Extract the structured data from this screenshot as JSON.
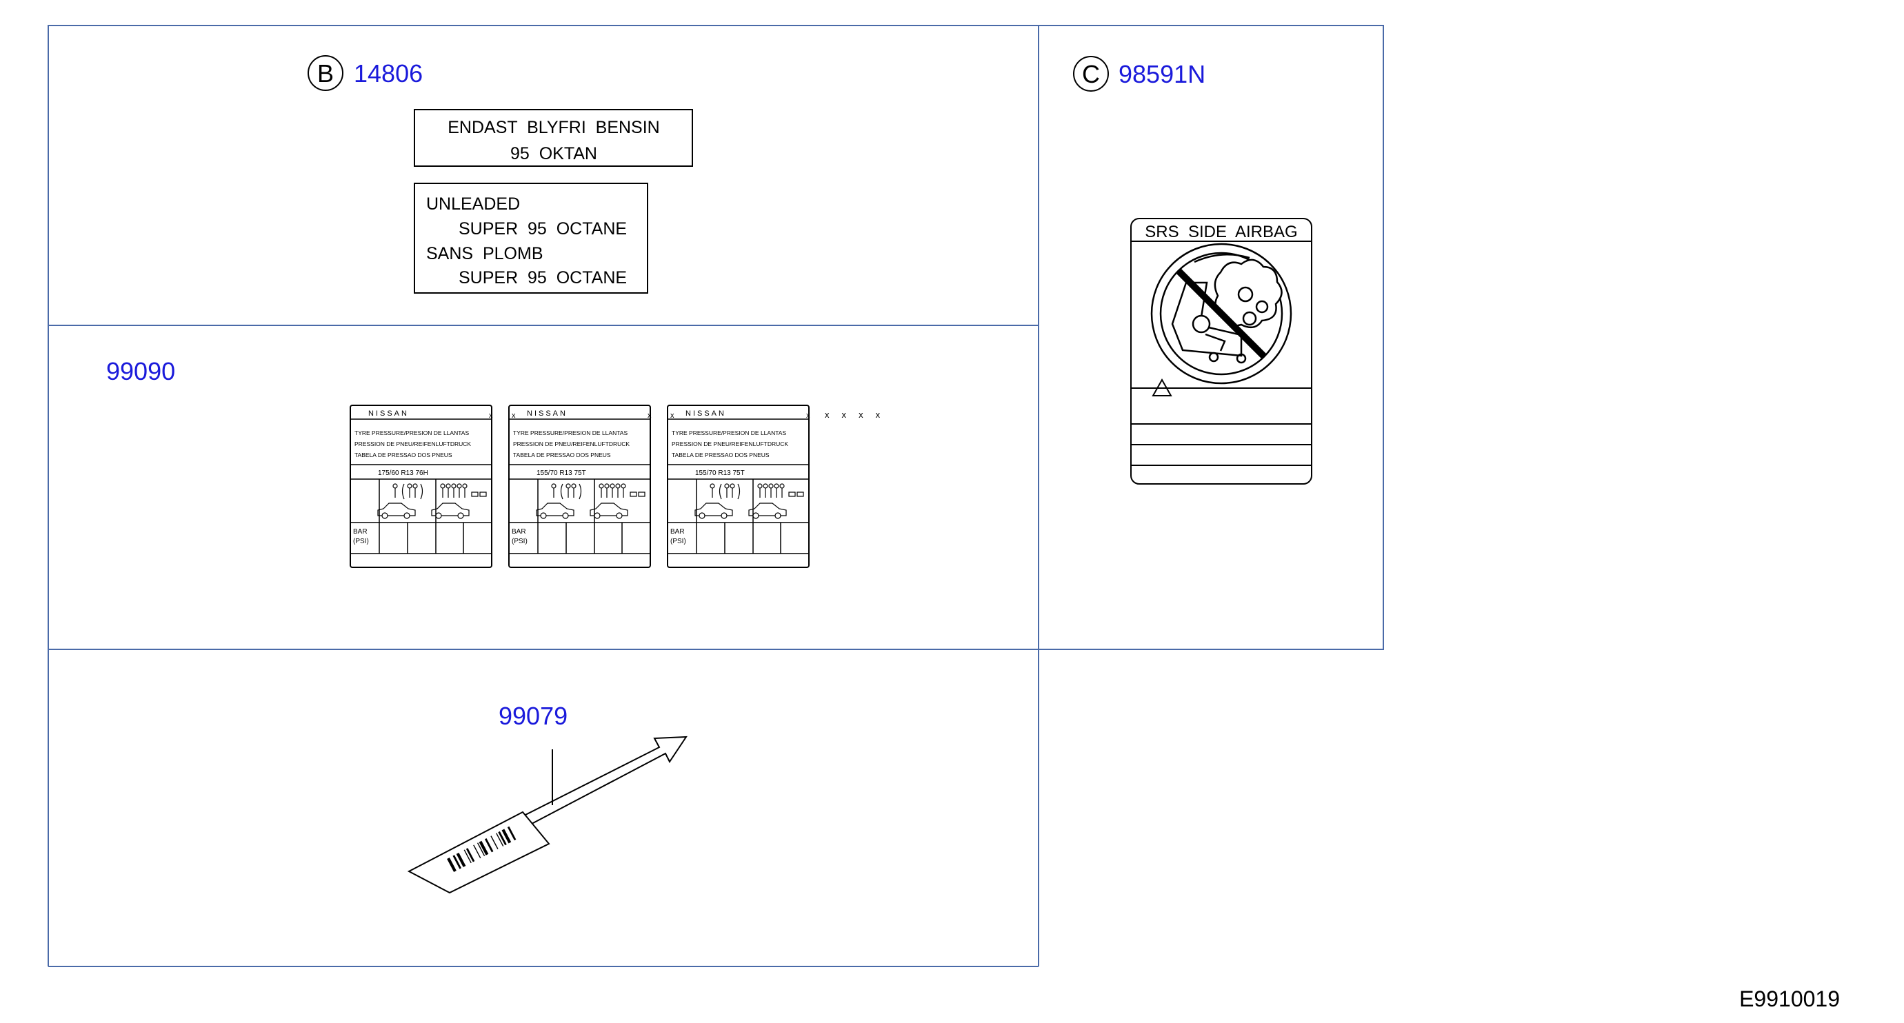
{
  "drawing_id": "E9910019",
  "colors": {
    "frame": "#4a6aa8",
    "callout": "#1a1adb",
    "ink": "#000000"
  },
  "parts": {
    "b": {
      "letter": "B",
      "number": "14806",
      "label_sv": [
        "ENDAST  BLYFRI  BENSIN",
        "95  OKTAN"
      ],
      "label_multi": [
        "UNLEADED",
        "SUPER  95  OCTANE",
        "SANS  PLOMB",
        "SUPER  95  OCTANE"
      ]
    },
    "c": {
      "letter": "C",
      "number": "98591N",
      "label_title": "SRS  SIDE  AIRBAG",
      "icon": "no-child-seat-airbag-icon",
      "warning_icon": "warning-triangle-icon"
    },
    "tire": {
      "number": "99090",
      "labels": [
        {
          "brand": "NISSAN",
          "lines": [
            "TYRE   PRESSURE/PRESION   DE   LLANTAS",
            "PRESSION   DE   PNEU/REIFENLUFTDRUCK",
            "TABELA   DE   PRESSAO   DOS   PNEUS"
          ],
          "size": "175/60     R13     76H",
          "unit": [
            "BAR",
            "(PSI)"
          ]
        },
        {
          "brand": "NISSAN",
          "lines": [
            "TYRE   PRESSURE/PRESION   DE   LLANTAS",
            "PRESSION   DE   PNEU/REIFENLUFTDRUCK",
            "TABELA   DE   PRESSAO   DOS   PNEUS"
          ],
          "size": "155/70     R13     75T",
          "unit": [
            "BAR",
            "(PSI)"
          ]
        },
        {
          "brand": "NISSAN",
          "lines": [
            "TYRE   PRESSURE/PRESION   DE   LLANTAS",
            "PRESSION   DE   PNEU/REIFENLUFTDRUCK",
            "TABELA   DE   PRESSAO   DOS   PNEUS"
          ],
          "size": "155/70     R13     75T",
          "unit": [
            "BAR",
            "(PSI)"
          ]
        }
      ],
      "x_marks": "x     x     x     x"
    },
    "barcode": {
      "number": "99079",
      "icon": "barcode-icon"
    }
  }
}
